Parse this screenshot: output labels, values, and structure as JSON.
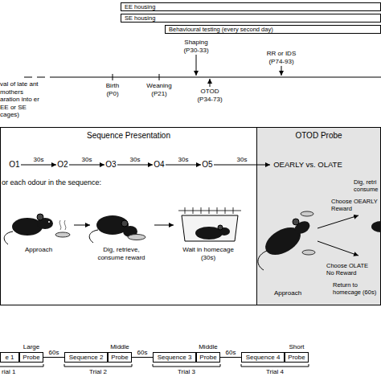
{
  "diagram": {
    "nodes": [
      {
        "text": [
          "EE housing"
        ]
      },
      {
        "text": [
          "SE housing"
        ]
      },
      {
        "text": [
          "Behavioural testing (every second day)"
        ]
      },
      {
        "text": [
          "Sequence Presentation"
        ]
      },
      {
        "text": [
          "O1"
        ],
        "in": 3
      },
      {
        "text": [
          "O2"
        ],
        "in": 3
      },
      {
        "text": [
          "O3"
        ],
        "in": 3
      },
      {
        "text": [
          "O4"
        ],
        "in": 3
      },
      {
        "text": [
          "O5"
        ],
        "in": 3
      },
      {
        "text": [
          "OTOD Probe"
        ]
      },
      {
        "text": [
          "OEARLY vs. OLATE"
        ],
        "in": 9
      },
      {
        "text": [
          "e 1"
        ]
      },
      {
        "text": [
          "Large",
          "Probe"
        ]
      },
      {
        "text": [
          "Sequence 2"
        ]
      },
      {
        "text": [
          "Middle",
          "Probe"
        ]
      },
      {
        "text": [
          "Sequence 3"
        ]
      },
      {
        "text": [
          "Middle",
          "Probe"
        ]
      },
      {
        "text": [
          "Sequence 4"
        ]
      },
      {
        "text": [
          "Short",
          "Probe"
        ]
      }
    ],
    "edges": [
      {
        "from": 4,
        "to": 5,
        "label": "30s",
        "arrow": "to"
      },
      {
        "from": 5,
        "to": 6,
        "label": "30s",
        "arrow": "to"
      },
      {
        "from": 6,
        "to": 7,
        "label": "30s",
        "arrow": "to"
      },
      {
        "from": 7,
        "to": 8,
        "label": "30s",
        "arrow": "to"
      },
      {
        "from": 8,
        "to": 10,
        "label": "30s",
        "arrow": "to"
      },
      {
        "from": 12,
        "to": 13,
        "label": "60s",
        "arrow": "none"
      },
      {
        "from": 14,
        "to": 15,
        "label": "60s",
        "arrow": "none"
      },
      {
        "from": 16,
        "to": 17,
        "label": "60s",
        "arrow": "none"
      }
    ],
    "labels": [
      "Shaping (P30-33)",
      "RR or IDS (P74-93)",
      "val of late ant mothers aration into er EE or SE cages)",
      "Birth (P0)",
      "Weaning (P21)",
      "OTOD (P34-73)",
      "or each odour in the sequence:",
      "Approach",
      "Dig, retrieve, consume reward",
      "Wait in homecage (30s)",
      "Approach",
      "Choose OEARLY Reward",
      "Choose OLATE No Reward",
      "Dig, retri",
      "consume",
      "Return to homecage (60s)",
      "rial 1",
      "Trial 2",
      "Trial 3",
      "Trial 4"
    ]
  }
}
